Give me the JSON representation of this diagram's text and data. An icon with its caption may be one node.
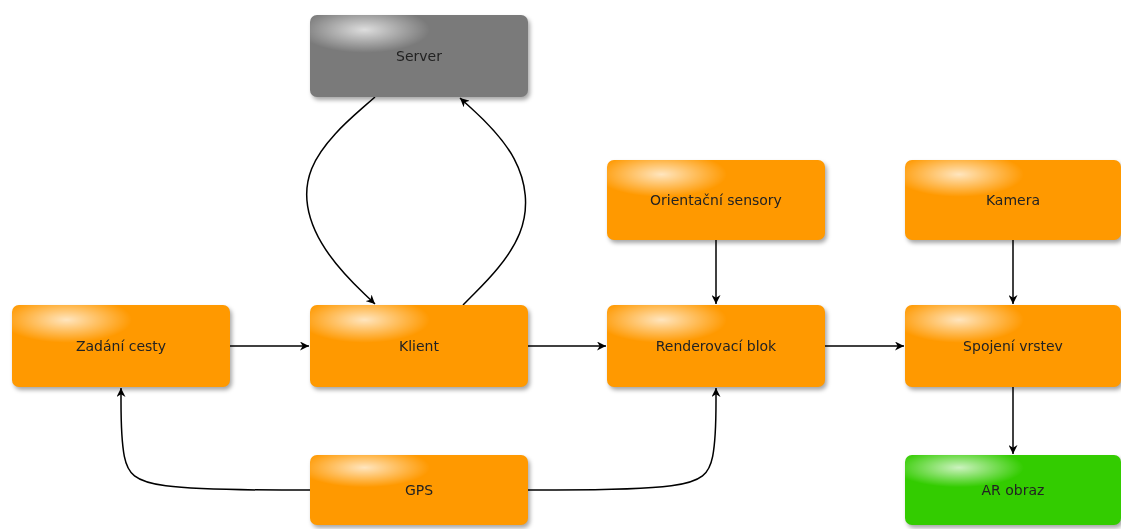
{
  "diagram": {
    "nodes": [
      {
        "text": [
          "Server"
        ]
      },
      {
        "text": [
          "Orientační sensory"
        ]
      },
      {
        "text": [
          "Kamera"
        ]
      },
      {
        "text": [
          "Zadání cesty"
        ]
      },
      {
        "text": [
          "Klient"
        ]
      },
      {
        "text": [
          "Renderovací blok"
        ]
      },
      {
        "text": [
          "Spojení vrstev"
        ]
      },
      {
        "text": [
          "GPS"
        ]
      },
      {
        "text": [
          "AR obraz"
        ]
      }
    ],
    "edges": [
      {
        "from": 0,
        "to": 4,
        "arrow": "to"
      },
      {
        "from": 4,
        "to": 0,
        "arrow": "to"
      },
      {
        "from": 3,
        "to": 4,
        "arrow": "to"
      },
      {
        "from": 4,
        "to": 5,
        "arrow": "to"
      },
      {
        "from": 1,
        "to": 5,
        "arrow": "to"
      },
      {
        "from": 5,
        "to": 6,
        "arrow": "to"
      },
      {
        "from": 2,
        "to": 6,
        "arrow": "to"
      },
      {
        "from": 6,
        "to": 8,
        "arrow": "to"
      },
      {
        "from": 7,
        "to": 3,
        "arrow": "to"
      },
      {
        "from": 7,
        "to": 5,
        "arrow": "to"
      }
    ]
  }
}
